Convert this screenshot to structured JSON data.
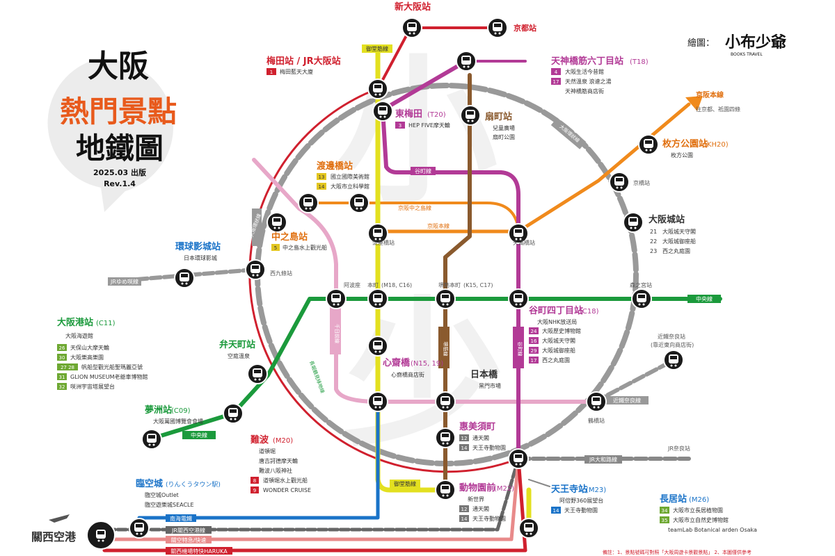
{
  "title_block": {
    "line1": "大阪",
    "line2": "熱門景點",
    "line3": "地鐵圖",
    "edition": "2025.03 出版",
    "rev": "Rev.1.4"
  },
  "credit": {
    "label": "繪圖：",
    "brand": "小布少爺",
    "brand_sub": "BOOKS TRAVEL"
  },
  "line_labels": {
    "midosuji": "御堂筋線",
    "tanimachi": "谷町線",
    "keihan_nakanoshima": "京阪中之島線",
    "keihan_main": "京阪本線",
    "chuo_east": "中央線",
    "chuo_west": "中央線",
    "sennichimae": "千日前線",
    "sakaisuji": "堺筋線",
    "nagahori": "長堀鶴見綠地線",
    "tanimachi2": "谷町線",
    "yumesaki": "JRゆめ咲線",
    "osaka_loop_ne": "大阪環狀線",
    "osaka_loop_nw": "大阪環狀線",
    "kintetsu_nara": "近鐵奈良線",
    "yamatoji": "JR大和路線",
    "midosuji_south": "御堂筋線",
    "nankai": "南海電鐵",
    "jr_kansai": "JR關西空港線",
    "kuko": "關空特急/快速",
    "haruka": "關西機場特快HARUKA",
    "keihan_arrow": "京阪本線",
    "keihan_arrow_sub": "往京都、祗園四條"
  },
  "stations": {
    "shin_osaka": {
      "name": "新大阪站"
    },
    "kyoto": {
      "name": "京都站"
    },
    "umeda": {
      "name": "梅田站 / JR大阪站",
      "items": [
        {
          "num": "1",
          "text": "梅田藍天大廈"
        }
      ]
    },
    "higashi_umeda": {
      "name": "東梅田",
      "code": "(T20)",
      "items": [
        {
          "num": "3",
          "text": "HEP FIVE摩天輪"
        }
      ]
    },
    "tenjinbashi": {
      "name": "天神橋筋六丁目站",
      "code": "(T18)",
      "items": [
        {
          "num": "4",
          "text": "大阪生活今昔館"
        },
        {
          "num": "17",
          "text": "天然溫泉 浪速之湯"
        },
        {
          "num": "",
          "text": "天神橋筋商店街"
        }
      ]
    },
    "ogimachi": {
      "name": "扇町站",
      "items": [
        {
          "num": "",
          "text": "兒童廣場"
        },
        {
          "num": "",
          "text": "扇町公園"
        }
      ]
    },
    "hirakata": {
      "name": "枚方公園站",
      "code": "(KH20)",
      "items": [
        {
          "num": "",
          "text": "枚方公園"
        }
      ]
    },
    "kyobashi": {
      "name": "京橋站"
    },
    "watanabebashi": {
      "name": "渡邊橋站",
      "items": [
        {
          "num": "13",
          "text": "國立國際美術館"
        },
        {
          "num": "14",
          "text": "大阪市立科學館"
        }
      ]
    },
    "osakajo": {
      "name": "大阪城站",
      "items": [
        {
          "num": "21",
          "text": "大阪城天守閣"
        },
        {
          "num": "22",
          "text": "大阪城御座船"
        },
        {
          "num": "23",
          "text": "西之丸庭園"
        }
      ]
    },
    "nakanoshima": {
      "name": "中之島站",
      "items": [
        {
          "num": "5",
          "text": "中之島水上觀光船"
        }
      ]
    },
    "yodoyabashi": {
      "name": "淀屋橋站"
    },
    "temmabashi": {
      "name": "天滿橋站"
    },
    "usj": {
      "name": "環球影城站",
      "items": [
        {
          "num": "",
          "text": "日本環球影城"
        }
      ]
    },
    "nishikujo": {
      "name": "西九條站"
    },
    "awaza": {
      "name": "阿波座"
    },
    "hommachi": {
      "name": "本町",
      "code": "(M18, C16)"
    },
    "sakaisuji_hommachi": {
      "name": "堺筋本町",
      "code": "(K15, C17)"
    },
    "morinomiya": {
      "name": "森之宮站"
    },
    "tanimachi4": {
      "name": "谷町四丁目站",
      "code": "(C18)",
      "items": [
        {
          "num": "",
          "text": "大阪NHK放送局"
        },
        {
          "num": "24",
          "text": "大阪歷史博物館"
        },
        {
          "num": "16",
          "text": "大阪城天守閣"
        },
        {
          "num": "29",
          "text": "大阪城御座船"
        },
        {
          "num": "17",
          "text": "西之丸庭園"
        }
      ]
    },
    "osakako": {
      "name": "大阪港站",
      "code": "(C11)",
      "items": [
        {
          "num": "",
          "text": "大阪海遊館"
        },
        {
          "num": "26",
          "text": "天保山大摩天輪"
        },
        {
          "num": "30",
          "text": "大阪樂高樂園"
        },
        {
          "num": "27 28",
          "text": "帆船型觀光船聖瑪麗亞號"
        },
        {
          "num": "31",
          "text": "GLION MUSEUM老爺車博物館"
        },
        {
          "num": "32",
          "text": "咲洲宇宙塔展望台"
        }
      ]
    },
    "bentencho": {
      "name": "弁天町站",
      "items": [
        {
          "num": "",
          "text": "空庭溫泉"
        }
      ]
    },
    "shinsaibashi": {
      "name": "心齋橋",
      "code": "(N15, 19)",
      "items": [
        {
          "num": "",
          "text": "心齋橋商店街"
        }
      ]
    },
    "nipponbashi": {
      "name": "日本橋",
      "items": [
        {
          "num": "",
          "text": "黑門市場"
        }
      ]
    },
    "kintetsu_nara_st": {
      "name": "近鐵奈良站",
      "sub": "(靠近東向商店街)"
    },
    "yumeshima": {
      "name": "夢洲站",
      "code": "(C09)",
      "items": [
        {
          "num": "",
          "text": "大阪萬國博覽會會場"
        }
      ]
    },
    "tsuruhashi": {
      "name": "鶴橋站"
    },
    "namba": {
      "name": "難波",
      "code": "(M20)",
      "items": [
        {
          "num": "",
          "text": "道頓堀"
        },
        {
          "num": "",
          "text": "唐吉訶德摩天輪"
        },
        {
          "num": "",
          "text": "難波八阪神社"
        },
        {
          "num": "8",
          "text": "道頓堀水上觀光船"
        },
        {
          "num": "9",
          "text": "WONDER CRUISE"
        }
      ]
    },
    "ebisucho": {
      "name": "惠美須町",
      "items": [
        {
          "num": "12",
          "text": "通天閣"
        },
        {
          "num": "14",
          "text": "天王寺動物園"
        }
      ]
    },
    "jr_nara": {
      "name": "JR奈良站"
    },
    "rinku": {
      "name": "臨空城",
      "sub": "(りんくうタウン駅)",
      "items": [
        {
          "num": "",
          "text": "臨空城Outlet"
        },
        {
          "num": "",
          "text": "臨空遊樂城SEACLE"
        }
      ]
    },
    "dobutsuen": {
      "name": "動物園前",
      "code": "(M22)",
      "items": [
        {
          "num": "",
          "text": "新世界"
        },
        {
          "num": "12",
          "text": "通天閣"
        },
        {
          "num": "14",
          "text": "天王寺動物園"
        }
      ]
    },
    "tennoji": {
      "name": "天王寺站",
      "code": "(M23)",
      "items": [
        {
          "num": "",
          "text": "阿倍野360展望台"
        },
        {
          "num": "14",
          "text": "天王寺動物園"
        }
      ]
    },
    "nagai": {
      "name": "長居站",
      "code": "(M26)",
      "items": [
        {
          "num": "34",
          "text": "大阪市立長居植物園"
        },
        {
          "num": "35",
          "text": "大阪市立自然史博物館"
        },
        {
          "num": "",
          "text": "teamLab Botanical arden Osaka"
        }
      ]
    },
    "kix": {
      "name": "關西空港"
    }
  },
  "footnote": "備註：1、景點號碼可對照「大阪周遊卡景觀景點」 2、本圖僅供參考",
  "colors": {
    "loop": "#888888",
    "midosuji": "#e3e020",
    "tanimachi": "#b23a96",
    "chuo": "#1b9a3c",
    "sakaisuji": "#8a5a2e",
    "keihan": "#f08a1c",
    "jr_red": "#d0202e",
    "sennichimae": "#e7a7c8",
    "nankai": "#1a73c8",
    "haruka": "#d0202e",
    "kuko": "#e88a8a",
    "title_orange": "#e85a1c",
    "badge_red": "#d0202e",
    "badge_purple": "#b23a96",
    "badge_orange": "#f08a1c",
    "badge_green": "#6ea832",
    "badge_yellow": "#e3c620",
    "badge_gray": "#777777"
  }
}
